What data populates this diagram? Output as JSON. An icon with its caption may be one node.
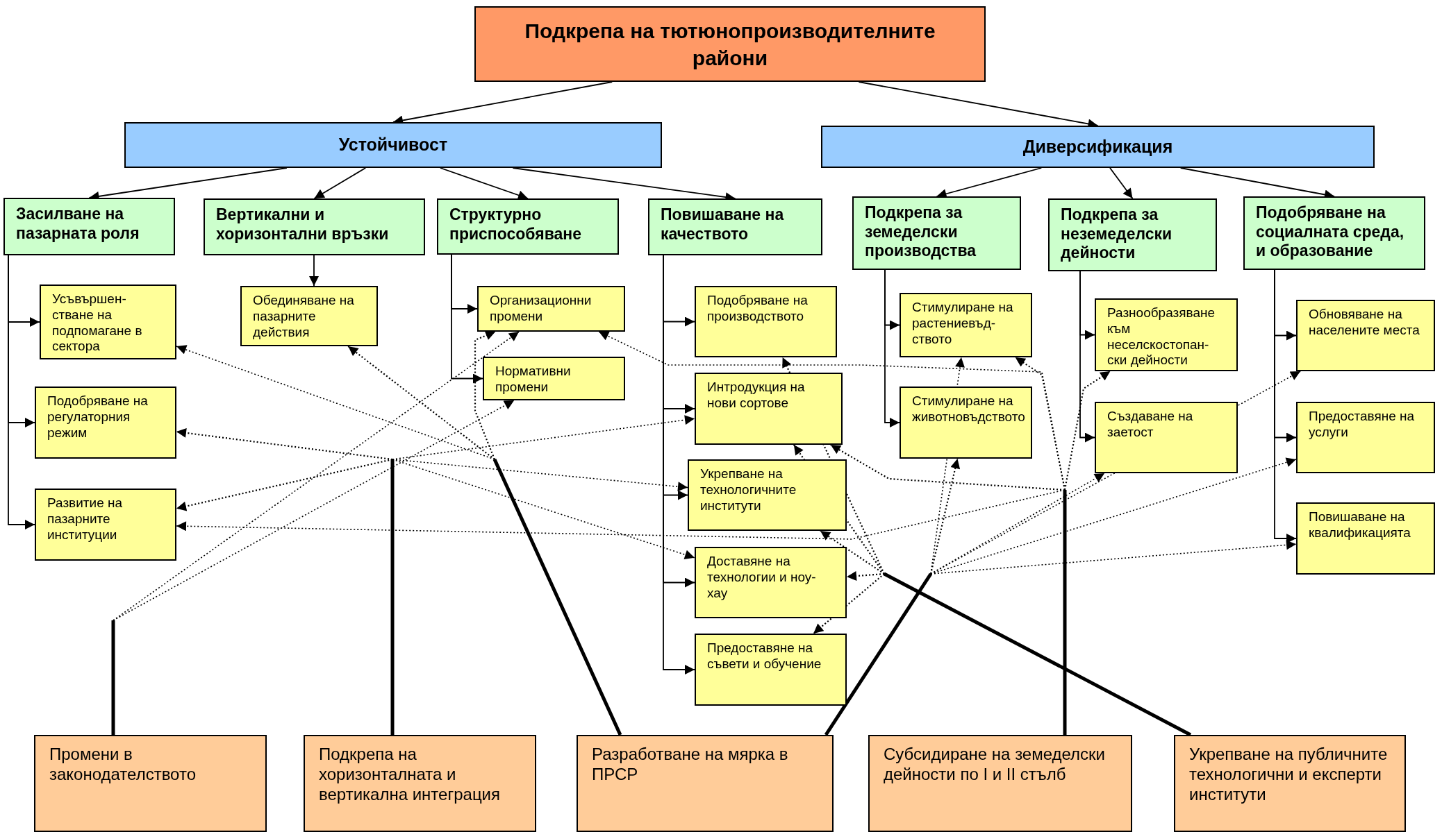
{
  "diagram": {
    "nodes": [
      {
        "text": [
          "Подкрепа на тютюнопроизводителните райони"
        ]
      },
      {
        "text": [
          "Устойчивост"
        ]
      },
      {
        "text": [
          "Диверсификация"
        ]
      },
      {
        "text": [
          "Засилване на пазарната роля"
        ]
      },
      {
        "text": [
          "Вертикални и хоризонтални връзки"
        ]
      },
      {
        "text": [
          "Структурно приспособяване"
        ]
      },
      {
        "text": [
          "Повишаване на качеството"
        ]
      },
      {
        "text": [
          "Подкрепа за земеделски производства"
        ]
      },
      {
        "text": [
          "Подкрепа за неземеделски дейности"
        ]
      },
      {
        "text": [
          "Подобряване на социалната среда, и образование"
        ]
      },
      {
        "text": [
          "Усъвършен-стване на подпомагане в сектора"
        ]
      },
      {
        "text": [
          "Подобряване на регулаторния режим"
        ]
      },
      {
        "text": [
          "Развитие на пазарните институции"
        ]
      },
      {
        "text": [
          "Обединяване на пазарните действия"
        ]
      },
      {
        "text": [
          "Организационни промени"
        ]
      },
      {
        "text": [
          "Нормативни промени"
        ]
      },
      {
        "text": [
          "Подобряване на производството"
        ]
      },
      {
        "text": [
          "Интродукция на нови сортове"
        ]
      },
      {
        "text": [
          "Укрепване на технологичните институти"
        ]
      },
      {
        "text": [
          "Доставяне на технологии и ноу-хау"
        ]
      },
      {
        "text": [
          "Предоставяне на съвети и обучение"
        ]
      },
      {
        "text": [
          "Стимулиране на растениевъд-ството"
        ]
      },
      {
        "text": [
          "Стимулиране на животновъдството"
        ]
      },
      {
        "text": [
          "Разнообразяване към неселскостопан-ски дейности"
        ]
      },
      {
        "text": [
          "Създаване на заетост"
        ]
      },
      {
        "text": [
          "Обновяване на населените места"
        ]
      },
      {
        "text": [
          "Предоставяне на услуги"
        ]
      },
      {
        "text": [
          "Повишаване на квалификацията"
        ]
      },
      {
        "text": [
          "Промени в законодателството"
        ]
      },
      {
        "text": [
          "Подкрепа на хоризонталната и вертикална интеграция"
        ]
      },
      {
        "text": [
          "Разработване на мярка в ПРСР"
        ]
      },
      {
        "text": [
          "Субсидиране на земеделски дейности по I и II стълб"
        ]
      },
      {
        "text": [
          "Укрепване на публичните технологични и експерти институти"
        ]
      }
    ],
    "edges": [
      {
        "from": 0,
        "to": 1,
        "arrow": "to"
      },
      {
        "from": 0,
        "to": 2,
        "arrow": "to"
      },
      {
        "from": 1,
        "to": 3,
        "arrow": "to"
      },
      {
        "from": 1,
        "to": 4,
        "arrow": "to"
      },
      {
        "from": 1,
        "to": 5,
        "arrow": "to"
      },
      {
        "from": 1,
        "to": 6,
        "arrow": "to"
      },
      {
        "from": 2,
        "to": 7,
        "arrow": "to"
      },
      {
        "from": 2,
        "to": 8,
        "arrow": "to"
      },
      {
        "from": 2,
        "to": 9,
        "arrow": "to"
      },
      {
        "from": 3,
        "to": 10,
        "arrow": "to"
      },
      {
        "from": 3,
        "to": 11,
        "arrow": "to"
      },
      {
        "from": 3,
        "to": 12,
        "arrow": "to"
      },
      {
        "from": 4,
        "to": 13,
        "arrow": "to"
      },
      {
        "from": 5,
        "to": 14,
        "arrow": "to"
      },
      {
        "from": 5,
        "to": 15,
        "arrow": "to"
      },
      {
        "from": 6,
        "to": 16,
        "arrow": "to"
      },
      {
        "from": 6,
        "to": 17,
        "arrow": "to"
      },
      {
        "from": 6,
        "to": 18,
        "arrow": "to"
      },
      {
        "from": 6,
        "to": 19,
        "arrow": "to"
      },
      {
        "from": 6,
        "to": 20,
        "arrow": "to"
      },
      {
        "from": 7,
        "to": 21,
        "arrow": "to"
      },
      {
        "from": 7,
        "to": 22,
        "arrow": "to"
      },
      {
        "from": 8,
        "to": 23,
        "arrow": "to"
      },
      {
        "from": 8,
        "to": 24,
        "arrow": "to"
      },
      {
        "from": 9,
        "to": 25,
        "arrow": "to"
      },
      {
        "from": 9,
        "to": 26,
        "arrow": "to"
      },
      {
        "from": 9,
        "to": 27,
        "arrow": "to"
      },
      {
        "from": 28,
        "to": 14,
        "arrow": "to",
        "style": "dashed"
      },
      {
        "from": 28,
        "to": 15,
        "arrow": "to",
        "style": "dashed"
      },
      {
        "from": 29,
        "to": 11,
        "arrow": "to",
        "style": "thick"
      },
      {
        "from": 29,
        "to": 12,
        "arrow": "to",
        "style": "thick"
      },
      {
        "from": 29,
        "to": 17,
        "arrow": "to",
        "style": "dashed"
      },
      {
        "from": 29,
        "to": 18,
        "arrow": "to",
        "style": "dashed"
      },
      {
        "from": 29,
        "to": 19,
        "arrow": "to",
        "style": "dashed"
      },
      {
        "from": 30,
        "to": 10,
        "arrow": "to",
        "style": "dashed"
      },
      {
        "from": 30,
        "to": 13,
        "arrow": "to",
        "style": "thick"
      },
      {
        "from": 30,
        "to": 14,
        "arrow": "to",
        "style": "thick"
      },
      {
        "from": 30,
        "to": 21,
        "arrow": "to",
        "style": "dashed"
      },
      {
        "from": 30,
        "to": 22,
        "arrow": "to",
        "style": "thick"
      },
      {
        "from": 30,
        "to": 24,
        "arrow": "to",
        "style": "dashed"
      },
      {
        "from": 30,
        "to": 25,
        "arrow": "to",
        "style": "dashed"
      },
      {
        "from": 30,
        "to": 26,
        "arrow": "to",
        "style": "dashed"
      },
      {
        "from": 30,
        "to": 27,
        "arrow": "to",
        "style": "dashed"
      },
      {
        "from": 31,
        "to": 12,
        "arrow": "to",
        "style": "dashed"
      },
      {
        "from": 31,
        "to": 14,
        "arrow": "to",
        "style": "dashed"
      },
      {
        "from": 31,
        "to": 17,
        "arrow": "to",
        "style": "thick"
      },
      {
        "from": 31,
        "to": 21,
        "arrow": "to",
        "style": "thick"
      },
      {
        "from": 31,
        "to": 23,
        "arrow": "to",
        "style": "thick"
      },
      {
        "from": 32,
        "to": 16,
        "arrow": "to",
        "style": "thick"
      },
      {
        "from": 32,
        "to": 17,
        "arrow": "to",
        "style": "thick"
      },
      {
        "from": 32,
        "to": 18,
        "arrow": "to",
        "style": "thick"
      },
      {
        "from": 32,
        "to": 19,
        "arrow": "to",
        "style": "thick"
      },
      {
        "from": 32,
        "to": 20,
        "arrow": "to",
        "style": "thick"
      }
    ]
  }
}
